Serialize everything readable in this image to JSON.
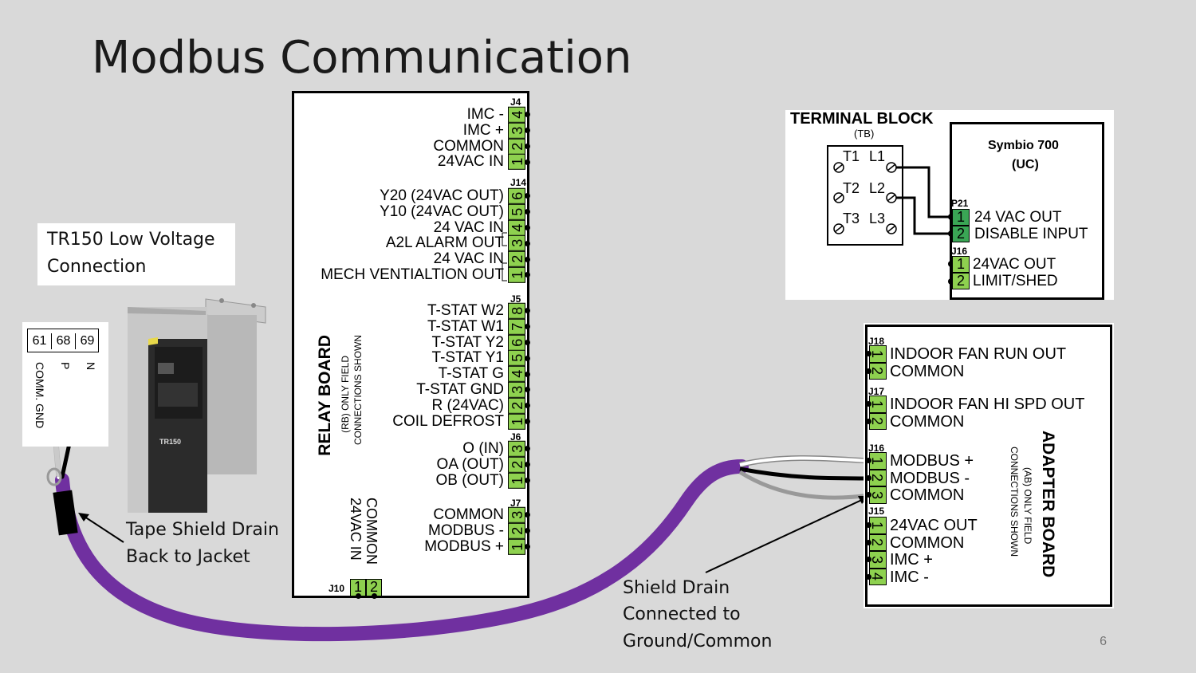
{
  "title": "Modbus Communication",
  "page_number": "6",
  "tr150_box": {
    "line1": "TR150 Low Voltage",
    "line2": "Connection"
  },
  "tr150_terminals": {
    "t1": "61",
    "t2": "68",
    "t3": "69",
    "comm_gnd": "COMM. GND",
    "p": "P",
    "n": "N"
  },
  "tr150_device_label": "TR150",
  "tape_callout": {
    "line1": "Tape Shield Drain",
    "line2": "Back to Jacket"
  },
  "shield_callout": {
    "line1": "Shield Drain",
    "line2": "Connected to",
    "line3": "Ground/Common"
  },
  "relay_board": {
    "title": "RELAY BOARD",
    "subtitle1": "(RB) ONLY FIELD",
    "subtitle2": "CONNECTIONS SHOWN",
    "j4": {
      "name": "J4",
      "labels": [
        "IMC -",
        "IMC +",
        "COMMON",
        "24VAC IN"
      ],
      "pins": [
        "4",
        "3",
        "2",
        "1"
      ]
    },
    "j14": {
      "name": "J14",
      "labels": [
        "Y20 (24VAC OUT)",
        "Y10 (24VAC OUT)",
        "24 VAC IN",
        "A2L ALARM OUT",
        "24 VAC IN",
        "MECH VENTIALTION OUT"
      ],
      "pins": [
        "6",
        "5",
        "4",
        "3",
        "2",
        "1"
      ]
    },
    "j5": {
      "name": "J5",
      "labels": [
        "T-STAT W2",
        "T-STAT W1",
        "T-STAT Y2",
        "T-STAT Y1",
        "T-STAT G",
        "T-STAT GND",
        "R (24VAC)",
        "COIL DEFROST"
      ],
      "pins": [
        "8",
        "7",
        "6",
        "5",
        "4",
        "3",
        "2",
        "1"
      ]
    },
    "j6": {
      "name": "J6",
      "labels": [
        "O (IN)",
        "OA (OUT)",
        "OB (OUT)"
      ],
      "pins": [
        "3",
        "2",
        "1"
      ]
    },
    "j7": {
      "name": "J7",
      "labels": [
        "COMMON",
        "MODBUS -",
        "MODBUS +"
      ],
      "pins": [
        "3",
        "2",
        "1"
      ]
    },
    "j10": {
      "name": "J10",
      "pins": [
        "1",
        "2"
      ],
      "label1": "COMMON",
      "label2": "24VAC IN"
    }
  },
  "terminal_block": {
    "title": "TERMINAL BLOCK",
    "sub": "(TB)",
    "terms": [
      "T1",
      "L1",
      "T2",
      "L2",
      "T3",
      "L3"
    ],
    "uc_title": "Symbio 700",
    "uc_sub": "(UC)",
    "p21": {
      "name": "P21",
      "pins": [
        "1",
        "2"
      ],
      "labels": [
        "24 VAC OUT",
        "DISABLE INPUT"
      ]
    },
    "j16": {
      "name": "J16",
      "pins": [
        "1",
        "2"
      ],
      "labels": [
        "24VAC OUT",
        "LIMIT/SHED"
      ]
    }
  },
  "adapter_board": {
    "title": "ADAPTER BOARD",
    "subtitle1": "(AB) ONLY FIELD",
    "subtitle2": "CONNECTIONS SHOWN",
    "j18": {
      "name": "J18",
      "pins": [
        "1",
        "2"
      ],
      "labels": [
        "INDOOR FAN RUN OUT",
        "COMMON"
      ]
    },
    "j17": {
      "name": "J17",
      "pins": [
        "1",
        "2"
      ],
      "labels": [
        "INDOOR FAN HI SPD OUT",
        "COMMON"
      ]
    },
    "j16": {
      "name": "J16",
      "pins": [
        "1",
        "2",
        "3"
      ],
      "labels": [
        "MODBUS +",
        "MODBUS -",
        "COMMON"
      ]
    },
    "j15": {
      "name": "J15",
      "pins": [
        "1",
        "2",
        "3",
        "4"
      ],
      "labels": [
        "24VAC OUT",
        "COMMON",
        "IMC +",
        "IMC -"
      ]
    }
  },
  "colors": {
    "background": "#d9d9d9",
    "terminal_green": "#8ed14f",
    "cable_purple": "#7030a0",
    "dark_green": "#3aa655"
  }
}
